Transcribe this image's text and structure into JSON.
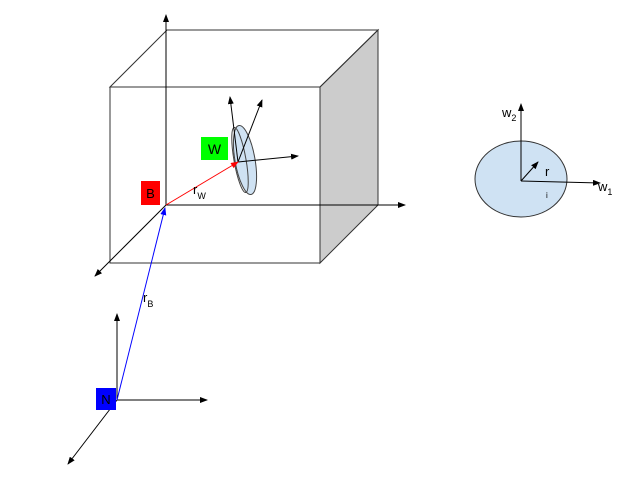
{
  "frames": {
    "body_label": "B",
    "wheel_label": "W",
    "inertial_label": "N"
  },
  "vectors": {
    "r_w": {
      "base": "r",
      "sub": "W"
    },
    "r_b": {
      "base": "r",
      "sub": "B"
    }
  },
  "wheel_detail": {
    "w1": {
      "base": "w",
      "sub": "1"
    },
    "w2": {
      "base": "w",
      "sub": "2"
    },
    "r_label": "r",
    "i_label": "i"
  },
  "colors": {
    "body": "#ff0000",
    "wheel": "#00ff00",
    "inertial": "#0000ff",
    "disc_fill": "#cfe2f3",
    "cube_side": "#cccccc"
  }
}
